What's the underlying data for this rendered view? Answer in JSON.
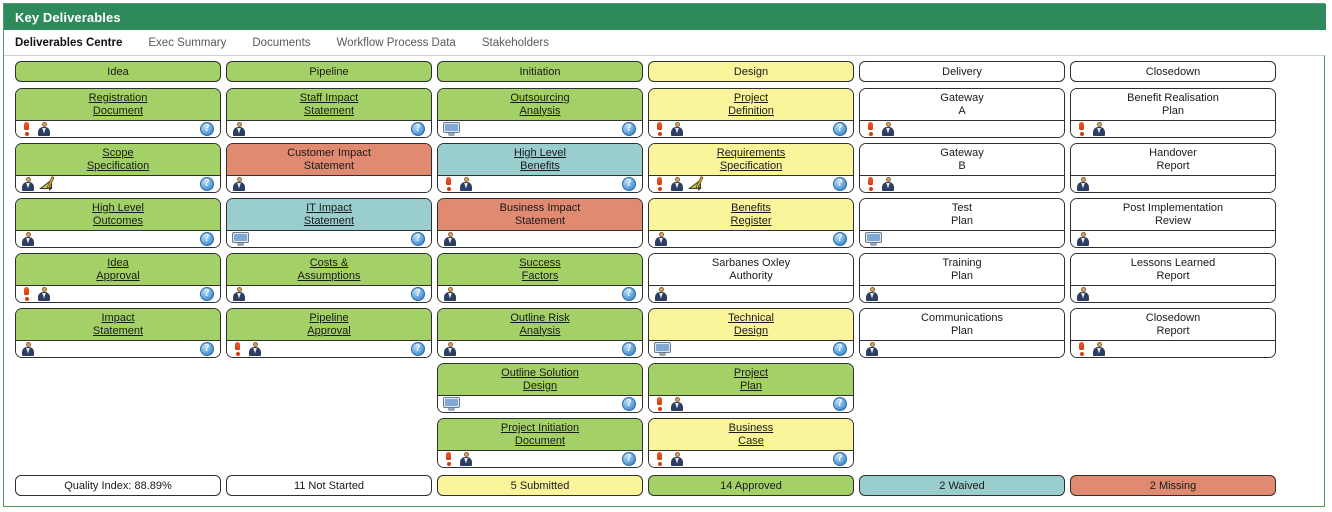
{
  "window": {
    "title": "Key Deliverables"
  },
  "nav": {
    "items": [
      {
        "label": "Deliverables Centre",
        "active": true
      },
      {
        "label": "Exec Summary",
        "active": false
      },
      {
        "label": "Documents",
        "active": false
      },
      {
        "label": "Workflow Process Data",
        "active": false
      },
      {
        "label": "Stakeholders",
        "active": false
      }
    ]
  },
  "colors": {
    "header_green": "#2f8a5b",
    "approved_green": "#a3d167",
    "submitted_yellow": "#faf49a",
    "waived_teal": "#9acdcd",
    "missing_red": "#e08a72",
    "not_started_white": "#ffffff",
    "frame_border": "#4f9a69"
  },
  "columns": [
    {
      "phase": {
        "label": "Idea",
        "status": "approved"
      },
      "cards": [
        {
          "title": [
            "Registration",
            "Document"
          ],
          "status": "approved",
          "linked": true,
          "icons": [
            "exclamation-icon",
            "person-icon"
          ],
          "help": true
        },
        {
          "title": [
            "Scope",
            "Specification"
          ],
          "status": "approved",
          "linked": true,
          "icons": [
            "person-icon",
            "draft-icon"
          ],
          "help": true
        },
        {
          "title": [
            "High Level",
            "Outcomes"
          ],
          "status": "approved",
          "linked": true,
          "icons": [
            "person-icon"
          ],
          "help": true
        },
        {
          "title": [
            "Idea",
            "Approval"
          ],
          "status": "approved",
          "linked": true,
          "icons": [
            "exclamation-icon",
            "person-icon"
          ],
          "help": true
        },
        {
          "title": [
            "Impact",
            "Statement"
          ],
          "status": "approved",
          "linked": true,
          "icons": [
            "person-icon"
          ],
          "help": true
        }
      ]
    },
    {
      "phase": {
        "label": "Pipeline",
        "status": "approved"
      },
      "cards": [
        {
          "title": [
            "Staff Impact",
            "Statement"
          ],
          "status": "approved",
          "linked": true,
          "icons": [
            "person-icon"
          ],
          "help": true
        },
        {
          "title": [
            "Customer Impact",
            "Statement"
          ],
          "status": "missing",
          "linked": false,
          "icons": [
            "person-icon"
          ],
          "help": false
        },
        {
          "title": [
            "IT Impact",
            "Statement"
          ],
          "status": "waived",
          "linked": true,
          "icons": [
            "monitor-icon"
          ],
          "help": true
        },
        {
          "title": [
            "Costs &",
            "Assumptions"
          ],
          "status": "approved",
          "linked": true,
          "icons": [
            "person-icon"
          ],
          "help": true
        },
        {
          "title": [
            "Pipeline",
            "Approval"
          ],
          "status": "approved",
          "linked": true,
          "icons": [
            "exclamation-icon",
            "person-icon"
          ],
          "help": true
        }
      ]
    },
    {
      "phase": {
        "label": "Initiation",
        "status": "approved"
      },
      "cards": [
        {
          "title": [
            "Outsourcing",
            "Analysis"
          ],
          "status": "approved",
          "linked": true,
          "icons": [
            "monitor-icon"
          ],
          "help": true
        },
        {
          "title": [
            "High Level",
            "Benefits"
          ],
          "status": "waived",
          "linked": true,
          "icons": [
            "exclamation-icon",
            "person-icon"
          ],
          "help": true
        },
        {
          "title": [
            "Business Impact",
            "Statement"
          ],
          "status": "missing",
          "linked": false,
          "icons": [
            "person-icon"
          ],
          "help": false
        },
        {
          "title": [
            "Success",
            "Factors"
          ],
          "status": "approved",
          "linked": true,
          "icons": [
            "person-icon"
          ],
          "help": true
        },
        {
          "title": [
            "Outline Risk",
            "Analysis"
          ],
          "status": "approved",
          "linked": true,
          "icons": [
            "person-icon"
          ],
          "help": true
        },
        {
          "title": [
            "Outline Solution",
            "Design"
          ],
          "status": "approved",
          "linked": true,
          "icons": [
            "monitor-icon"
          ],
          "help": true
        },
        {
          "title": [
            "Project Initiation",
            "Document"
          ],
          "status": "approved",
          "linked": true,
          "icons": [
            "exclamation-icon",
            "person-icon"
          ],
          "help": true
        }
      ]
    },
    {
      "phase": {
        "label": "Design",
        "status": "submitted"
      },
      "cards": [
        {
          "title": [
            "Project",
            "Definition"
          ],
          "status": "submitted",
          "linked": true,
          "icons": [
            "exclamation-icon",
            "person-icon"
          ],
          "help": true
        },
        {
          "title": [
            "Requirements",
            "Specification"
          ],
          "status": "submitted",
          "linked": true,
          "icons": [
            "exclamation-icon",
            "person-icon",
            "draft-icon"
          ],
          "help": true
        },
        {
          "title": [
            "Benefits",
            "Register"
          ],
          "status": "submitted",
          "linked": true,
          "icons": [
            "person-icon"
          ],
          "help": true
        },
        {
          "title": [
            "Sarbanes Oxley",
            "Authority"
          ],
          "status": "not-started",
          "linked": false,
          "icons": [
            "person-icon"
          ],
          "help": false
        },
        {
          "title": [
            "Technical",
            "Design"
          ],
          "status": "submitted",
          "linked": true,
          "icons": [
            "monitor-icon"
          ],
          "help": true
        },
        {
          "title": [
            "Project",
            "Plan"
          ],
          "status": "approved",
          "linked": true,
          "icons": [
            "exclamation-icon",
            "person-icon"
          ],
          "help": true
        },
        {
          "title": [
            "Business",
            "Case"
          ],
          "status": "submitted",
          "linked": true,
          "icons": [
            "exclamation-icon",
            "person-icon"
          ],
          "help": true
        }
      ]
    },
    {
      "phase": {
        "label": "Delivery",
        "status": "not-started"
      },
      "cards": [
        {
          "title": [
            "Gateway",
            "A"
          ],
          "status": "not-started",
          "linked": false,
          "icons": [
            "exclamation-icon",
            "person-icon"
          ],
          "help": false
        },
        {
          "title": [
            "Gateway",
            "B"
          ],
          "status": "not-started",
          "linked": false,
          "icons": [
            "exclamation-icon",
            "person-icon"
          ],
          "help": false
        },
        {
          "title": [
            "Test",
            "Plan"
          ],
          "status": "not-started",
          "linked": false,
          "icons": [
            "monitor-icon"
          ],
          "help": false
        },
        {
          "title": [
            "Training",
            "Plan"
          ],
          "status": "not-started",
          "linked": false,
          "icons": [
            "person-icon"
          ],
          "help": false
        },
        {
          "title": [
            "Communications",
            "Plan"
          ],
          "status": "not-started",
          "linked": false,
          "icons": [
            "person-icon"
          ],
          "help": false
        }
      ]
    },
    {
      "phase": {
        "label": "Closedown",
        "status": "not-started"
      },
      "cards": [
        {
          "title": [
            "Benefit Realisation",
            "Plan"
          ],
          "status": "not-started",
          "linked": false,
          "icons": [
            "exclamation-icon",
            "person-icon"
          ],
          "help": false
        },
        {
          "title": [
            "Handover",
            "Report"
          ],
          "status": "not-started",
          "linked": false,
          "icons": [
            "person-icon"
          ],
          "help": false
        },
        {
          "title": [
            "Post Implementation",
            "Review"
          ],
          "status": "not-started",
          "linked": false,
          "icons": [
            "person-icon"
          ],
          "help": false
        },
        {
          "title": [
            "Lessons Learned",
            "Report"
          ],
          "status": "not-started",
          "linked": false,
          "icons": [
            "person-icon"
          ],
          "help": false
        },
        {
          "title": [
            "Closedown",
            "Report"
          ],
          "status": "not-started",
          "linked": false,
          "icons": [
            "exclamation-icon",
            "person-icon"
          ],
          "help": false
        }
      ]
    }
  ],
  "legend": [
    {
      "label": "Quality Index: 88.89%",
      "status": "not-started"
    },
    {
      "label": "11 Not Started",
      "status": "not-started"
    },
    {
      "label": "5 Submitted",
      "status": "submitted"
    },
    {
      "label": "14 Approved",
      "status": "approved"
    },
    {
      "label": "2 Waived",
      "status": "waived"
    },
    {
      "label": "2 Missing",
      "status": "missing"
    }
  ],
  "help_glyph": "?"
}
